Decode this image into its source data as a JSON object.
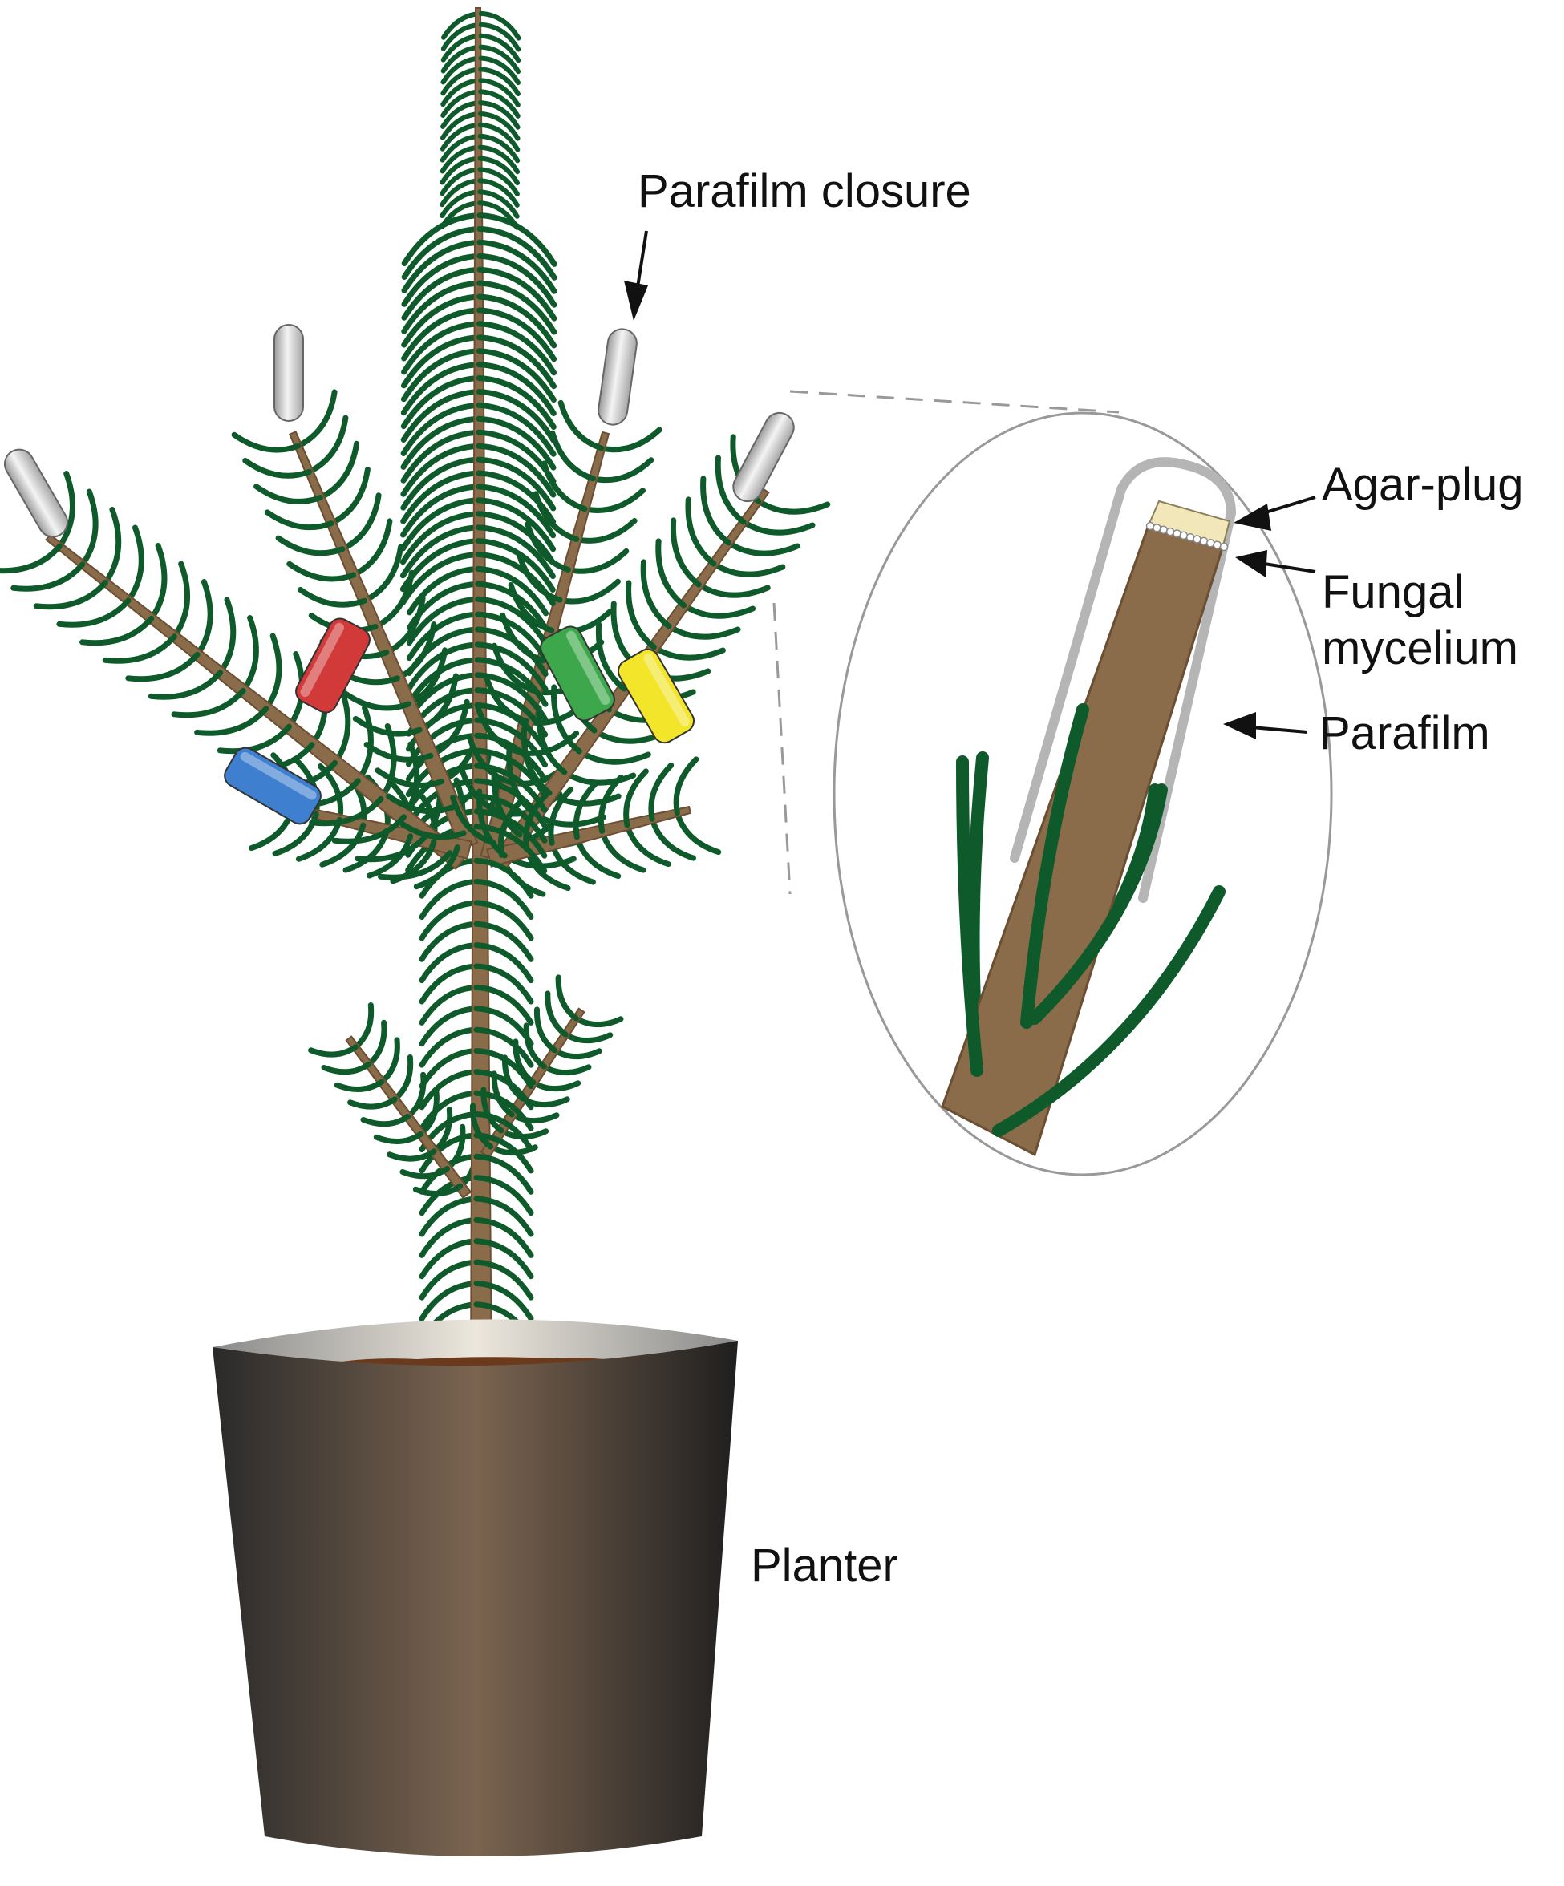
{
  "labels": {
    "parafilm_closure": "Parafilm closure",
    "agar_plug": "Agar-plug",
    "fungal_line1": "Fungal",
    "fungal_line2": "mycelium",
    "parafilm": "Parafilm",
    "planter": "Planter"
  },
  "colors": {
    "needle": "#0f5a2a",
    "bark": "#8a6b4a",
    "bark_dark": "#6b4f33",
    "parafilm": "#bdbdbd",
    "cap": "#e6e6e6",
    "agar": "#f1e7b8",
    "band_blue": "#3f7fcf",
    "band_red": "#d23a3a",
    "band_green": "#3da84b",
    "band_yellow": "#f2e52a",
    "soil": "#6b3a1c",
    "pot_dark": "#2e2e2e",
    "pot_mid": "#7a6552"
  }
}
